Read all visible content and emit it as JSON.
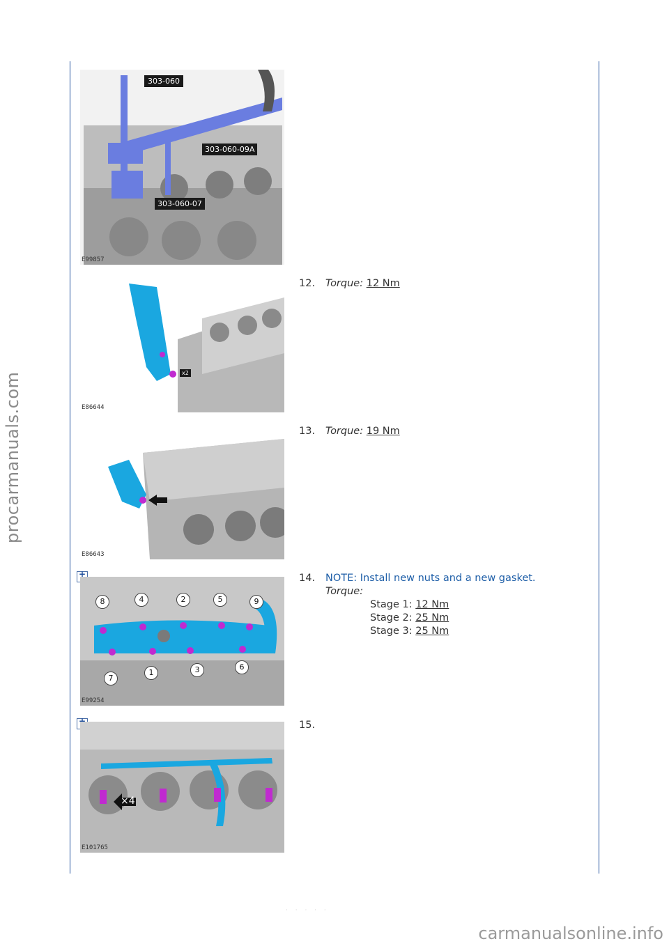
{
  "watermarks": {
    "left": "procarmanuals.com",
    "bottom": "carmanualsonline.info"
  },
  "footer_page": "· · · · ·",
  "figures": [
    {
      "id": "E99857",
      "callouts": [
        "303-060",
        "303-060-09A",
        "303-060-07"
      ]
    },
    {
      "id": "E86644",
      "callouts": [
        "x2"
      ]
    },
    {
      "id": "E86643",
      "callouts": []
    },
    {
      "id": "E99254",
      "callouts": [
        "8",
        "4",
        "2",
        "5",
        "9",
        "7",
        "1",
        "3",
        "6"
      ]
    },
    {
      "id": "E101765",
      "callouts": [
        "×4"
      ]
    }
  ],
  "steps": [
    {
      "num": "12.",
      "torque_label": "Torque:",
      "value": "12 Nm"
    },
    {
      "num": "13.",
      "torque_label": "Torque:",
      "value": "19 Nm"
    },
    {
      "num": "14.",
      "note": "NOTE: Install new nuts and a new gasket.",
      "torque_label": "Torque:",
      "stages": [
        {
          "label": "Stage 1:",
          "value": "12 Nm"
        },
        {
          "label": "Stage 2:",
          "value": "25 Nm"
        },
        {
          "label": "Stage 3:",
          "value": "25 Nm"
        }
      ]
    },
    {
      "num": "15."
    }
  ],
  "colors": {
    "rule": "#1f4f9c",
    "note": "#1f5fa8",
    "tool": "#6a7de0",
    "part": "#1aa7e0",
    "bolt": "#c02ad0"
  }
}
